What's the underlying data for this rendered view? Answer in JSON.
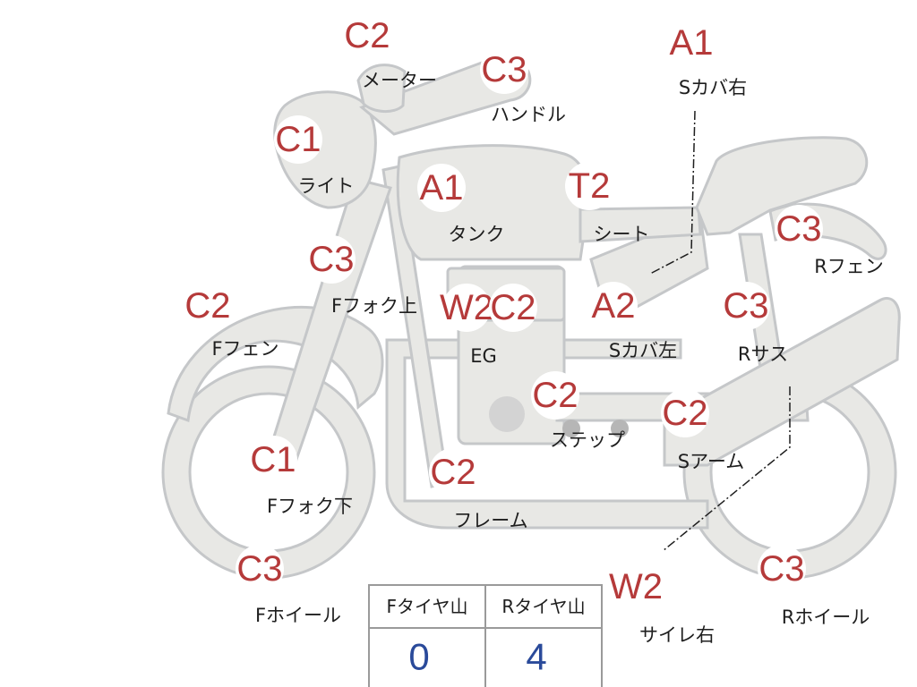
{
  "colors": {
    "grade_text": "#b53a3a",
    "tire_value_text": "#2a4a9a",
    "bike_fill": "#e8e8e5",
    "bike_outline": "#c5c7c9"
  },
  "labels": [
    {
      "id": "meter",
      "grade": "C2",
      "part": "メーター"
    },
    {
      "id": "handle",
      "grade": "C3",
      "part": "ハンドル"
    },
    {
      "id": "light",
      "grade": "C1",
      "part": "ライト"
    },
    {
      "id": "tank",
      "grade": "A1",
      "part": "タンク"
    },
    {
      "id": "seat",
      "grade": "T2",
      "part": "シート"
    },
    {
      "id": "s-cover-right",
      "grade": "A1",
      "part": "Sカバ右"
    },
    {
      "id": "r-fender",
      "grade": "C3",
      "part": "Rフェン"
    },
    {
      "id": "f-fork-upper",
      "grade": "C3",
      "part": "Fフォク上"
    },
    {
      "id": "f-fender",
      "grade": "C2",
      "part": "Fフェン"
    },
    {
      "id": "engine",
      "grade": "W2",
      "grade2": "C2",
      "part": "EG"
    },
    {
      "id": "s-cover-left",
      "grade": "A2",
      "part": "Sカバ左"
    },
    {
      "id": "r-suspension",
      "grade": "C3",
      "part": "Rサス"
    },
    {
      "id": "step",
      "grade": "C2",
      "part": "ステップ"
    },
    {
      "id": "swing-arm",
      "grade": "C2",
      "part": "Sアーム"
    },
    {
      "id": "f-fork-lower",
      "grade": "C1",
      "part": "Fフォク下"
    },
    {
      "id": "frame",
      "grade": "C2",
      "part": "フレーム"
    },
    {
      "id": "f-wheel",
      "grade": "C3",
      "part": "Fホイール"
    },
    {
      "id": "muffler-right",
      "grade": "W2",
      "part": "サイレ右"
    },
    {
      "id": "r-wheel",
      "grade": "C3",
      "part": "Rホイール"
    }
  ],
  "tire_table": {
    "front_header": "Fタイヤ山",
    "rear_header": "Rタイヤ山",
    "front_value": "0",
    "rear_value": "4"
  }
}
